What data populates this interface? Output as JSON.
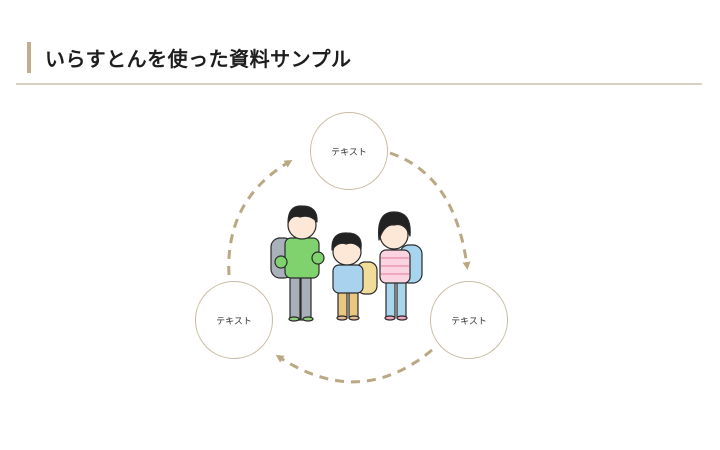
{
  "header": {
    "title": "いらすとんを使った資料サンプル",
    "accent_color": "#bfae8e",
    "divider_color": "#d9d2c2"
  },
  "diagram": {
    "type": "cycle",
    "center_illustration": {
      "icon": "children-with-school-backpacks-illustration",
      "figures": [
        {
          "name": "boy-green-shirt",
          "backpack": "gray"
        },
        {
          "name": "small-boy-blue-shirt",
          "backpack": "yellow"
        },
        {
          "name": "girl-pink-striped-shirt",
          "backpack": "light-blue"
        }
      ]
    },
    "nodes": [
      {
        "id": "top",
        "label": "テキスト"
      },
      {
        "id": "right",
        "label": "テキスト"
      },
      {
        "id": "left",
        "label": "テキスト"
      }
    ],
    "arrows": [
      {
        "from": "top",
        "to": "right",
        "style": "dashed"
      },
      {
        "from": "right",
        "to": "left",
        "style": "dashed"
      },
      {
        "from": "left",
        "to": "top",
        "style": "dashed"
      }
    ],
    "arrow_color": "#b9a882",
    "circle_border_color": "#c9bca1"
  }
}
